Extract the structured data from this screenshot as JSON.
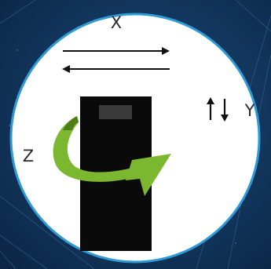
{
  "diagram": {
    "x_label": "X",
    "y_label": "Y",
    "z_label": "Z",
    "colors": {
      "background": "#0d2a4d",
      "circle_fill": "#ffffff",
      "circle_stroke": "#2f9bd6",
      "device_body": "#0a0a0a",
      "device_display": "#3a3a3a",
      "rotation_arrow": "#7cb82f",
      "rotation_arrow_shade": "#4e7e1a",
      "arrows": "#111111"
    },
    "icons": {
      "x_axis": "double-horizontal-arrow-icon",
      "y_axis": "up-down-arrows-icon",
      "z_axis": "curved-rotation-arrow-icon"
    }
  }
}
